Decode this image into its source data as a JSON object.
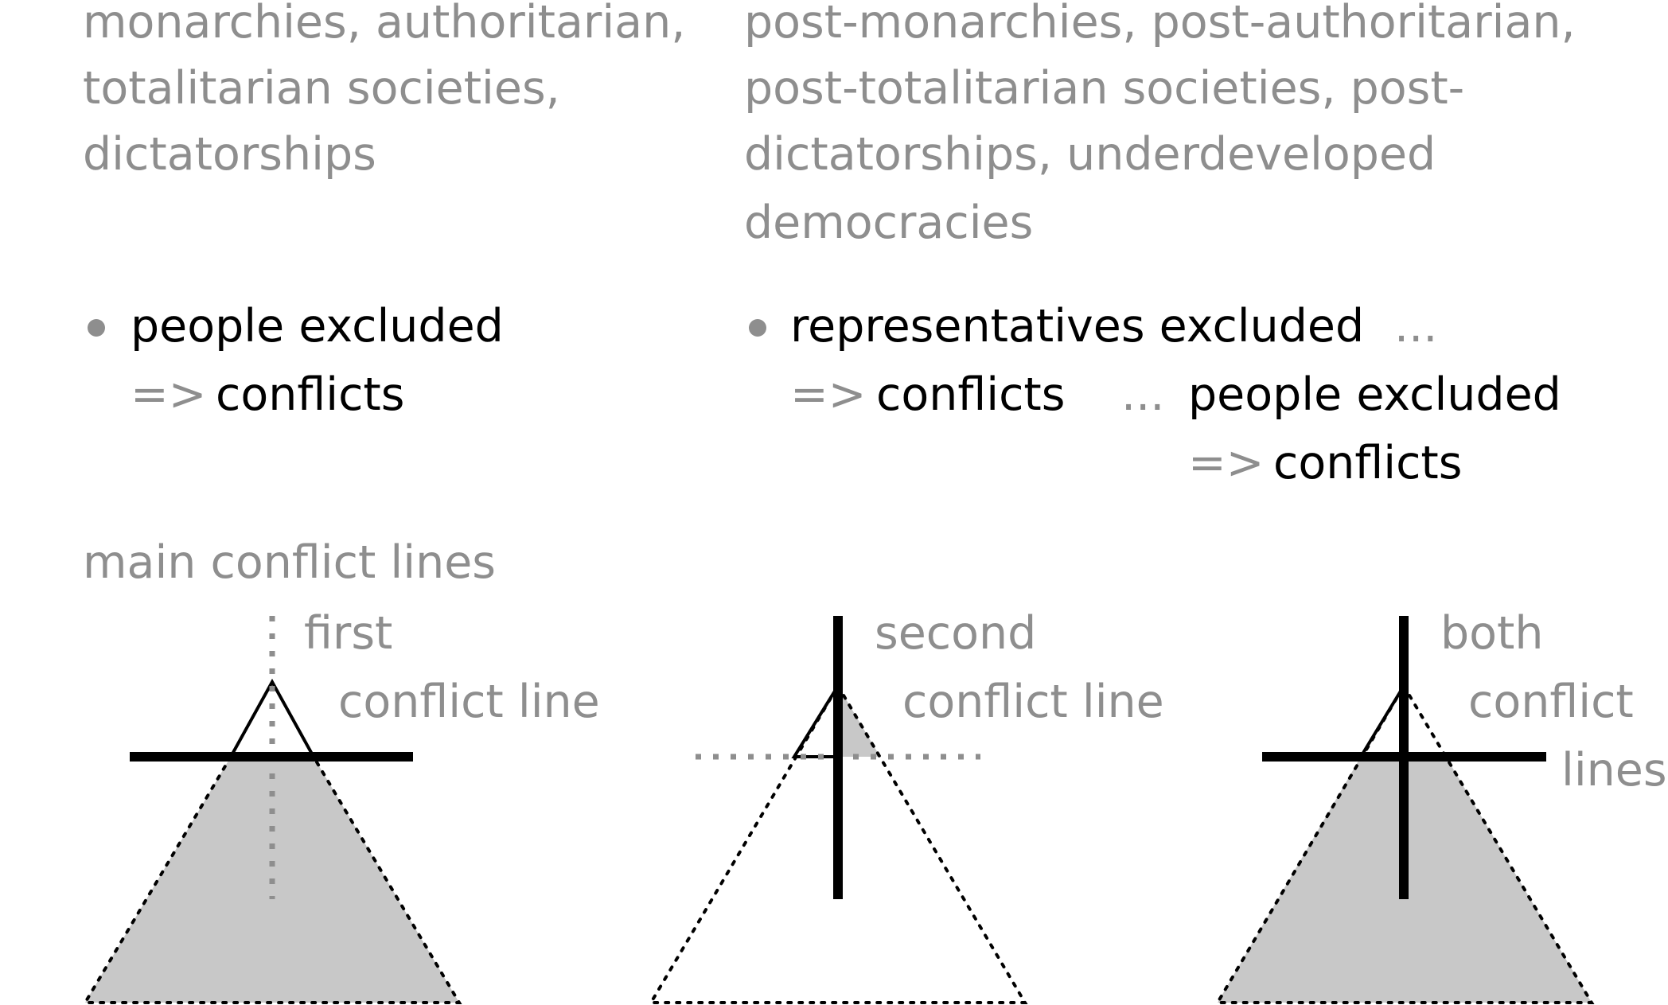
{
  "columns": {
    "left": {
      "society_lines": [
        "monarchies, authoritarian,",
        "totalitarian societies,",
        "dictatorships"
      ],
      "bullet": {
        "line1": "people excluded",
        "arrow": "=>",
        "result": "conflicts"
      }
    },
    "right": {
      "society_lines": [
        "post-monarchies, post-authoritarian,",
        "post-totalitarian societies, post-",
        "dictatorships, underdeveloped",
        "democracies"
      ],
      "bullet": {
        "line1": "representatives excluded",
        "ellipsis1": "...",
        "arrow1": "=>",
        "result1": "conflicts",
        "ellipsis2": "...",
        "line2": "people excluded",
        "arrow2": "=>",
        "result2": "conflicts"
      }
    }
  },
  "diagram": {
    "heading": "main conflict lines",
    "panels": [
      {
        "label_lines": [
          "first",
          "conflict line"
        ]
      },
      {
        "label_lines": [
          "second",
          "conflict line"
        ]
      },
      {
        "label_lines": [
          "both",
          "conflict",
          "lines"
        ]
      }
    ]
  },
  "colors": {
    "gray_text": "#8e8e8e",
    "fill_gray": "#c8c8c8",
    "line_black": "#000000"
  }
}
